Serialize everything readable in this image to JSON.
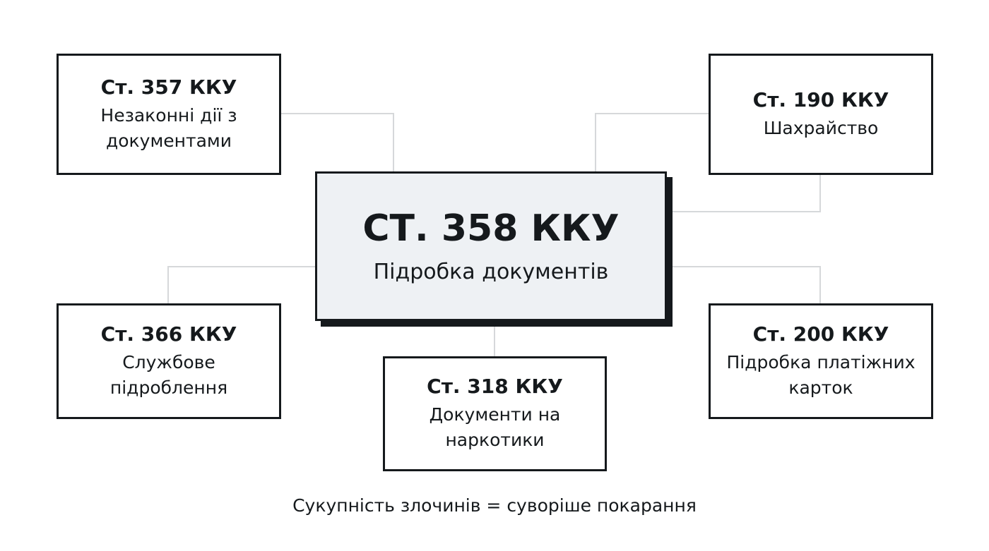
{
  "center": {
    "title": "СТ. 358 ККУ",
    "subtitle": "Підробка документів"
  },
  "nodes": [
    {
      "title": "Ст. 357 ККУ",
      "subtitle": "Незаконні дії з документами"
    },
    {
      "title": "Ст. 190 ККУ",
      "subtitle": "Шахрайство"
    },
    {
      "title": "Ст. 366 ККУ",
      "subtitle": "Службове підроблення"
    },
    {
      "title": "Ст. 318 ККУ",
      "subtitle": "Документи на наркотики"
    },
    {
      "title": "Ст. 200 ККУ",
      "subtitle": "Підробка платіжних карток"
    }
  ],
  "footer": "Сукупність злочинів = суворіше покарання",
  "colors": {
    "center_fill": "#eef1f4",
    "border": "#15191c",
    "connector": "#d6d8da"
  }
}
